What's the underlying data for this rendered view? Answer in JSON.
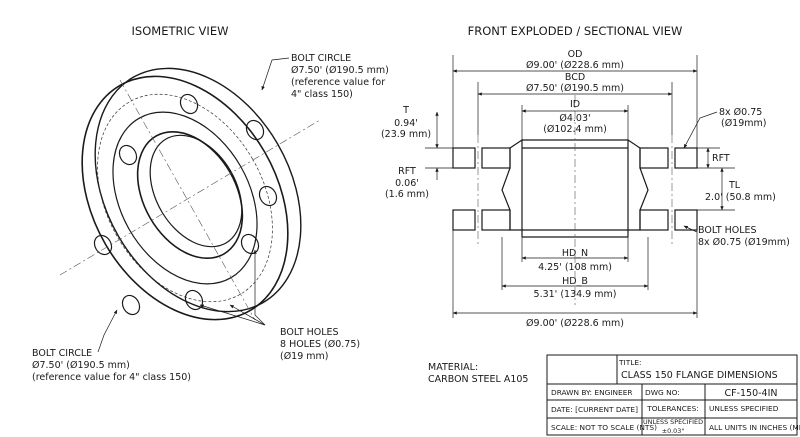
{
  "views": {
    "isometric_title": "ISOMETRIC VIEW",
    "front_title": "FRONT EXPLODED / SECTIONAL VIEW"
  },
  "iso": {
    "bolt_circle_top": [
      "BOLT CIRCLE",
      "Ø7.50' (Ø190.5 mm)",
      "(reference value for",
      "4\" class 150)"
    ],
    "bolt_holes": [
      "BOLT HOLES",
      "8 HOLES (Ø0.75)",
      "(Ø19 mm)"
    ],
    "bolt_circle_bottom": [
      "BOLT CIRCLE",
      "Ø7.50' (Ø190.5 mm)",
      "(reference value for 4\" class 150)"
    ]
  },
  "front": {
    "od": [
      "OD",
      "Ø9.00' (Ø228.6 mm)"
    ],
    "bcd": [
      "BCD",
      "Ø7.50' (Ø190.5 mm)"
    ],
    "id": [
      "ID",
      "Ø4.03'",
      "(Ø102.4 mm)"
    ],
    "t": [
      "T",
      "0.94'",
      "(23.9 mm)"
    ],
    "rft_left": [
      "RFT",
      "0.06'",
      "(1.6 mm)"
    ],
    "holes_right": [
      "8x Ø0.75",
      "(Ø19mm)"
    ],
    "rft_right": "RFT",
    "tl": [
      "TL",
      "2.0' (50.8 mm)"
    ],
    "bolt_holes_right": [
      "BOLT HOLES",
      "8x Ø0.75 (Ø19mm)"
    ],
    "hd_n": [
      "HD_N",
      "4.25' (108 mm)"
    ],
    "hd_b": [
      "HD_B",
      "5.31' (134.9 mm)"
    ],
    "base": "Ø9.00' (Ø228.6 mm)"
  },
  "material": [
    "MATERIAL:",
    "CARBON STEEL A105"
  ],
  "title_block": {
    "title_label": "TITLE:",
    "title": "CLASS 150 FLANGE DIMENSIONS",
    "drawn_by": "DRAWN BY:   ENGINEER",
    "dwg_label": "DWG NO:",
    "dwg_no": "CF-150-4IN",
    "date": "DATE:    [CURRENT DATE]",
    "tol_label": "TOLERANCES:",
    "tol_value": [
      "UNLESS SPECIFIED",
      "±0.03\""
    ],
    "unless": "UNLESS SPECIFIED",
    "scale": "SCALE: NOT TO SCALE (NTS)",
    "units": "ALL UNITS IN INCHES (MM)"
  }
}
